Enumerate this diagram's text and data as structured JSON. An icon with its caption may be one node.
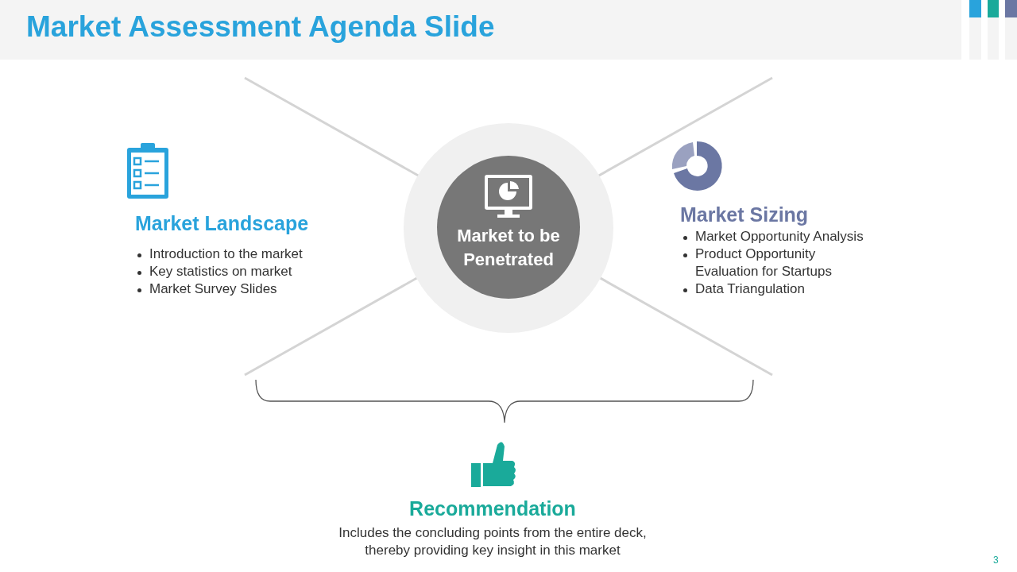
{
  "diagram": {
    "title": "Market Assessment Agenda Slide",
    "nodes": [
      {
        "text": [
          "Market to be Penetrated"
        ]
      }
    ],
    "labels": [
      "Market Landscape",
      "Introduction to the market",
      "Key statistics on market",
      "Market Survey Slides",
      "Market Sizing",
      "Market Opportunity Analysis",
      "Product Opportunity Evaluation for Startups",
      "Data Triangulation",
      "Recommendation",
      "Includes the concluding points from the entire deck, thereby providing key insight in this market",
      "3"
    ]
  }
}
